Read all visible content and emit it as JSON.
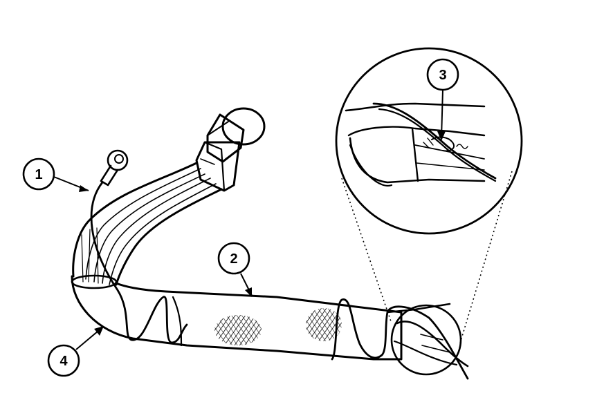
{
  "diagram": {
    "colors": {
      "ink": "#000000",
      "background": "#ffffff"
    },
    "callouts": [
      {
        "id": "1",
        "label": "1"
      },
      {
        "id": "2",
        "label": "2"
      },
      {
        "id": "3",
        "label": "3"
      },
      {
        "id": "4",
        "label": "4"
      }
    ]
  }
}
